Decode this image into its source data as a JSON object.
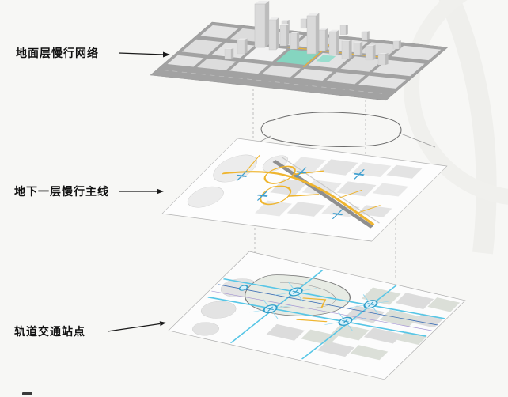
{
  "page": {
    "background_color": "#f7f7f5"
  },
  "callouts": {
    "layer1": "地面层慢行网络",
    "layer2": "地下一层慢行主线",
    "layer3": "轨道交通站点"
  },
  "colors": {
    "slow_path_yellow": "#efb52f",
    "transit_cyan": "#57c6e6",
    "station_blue": "#2f9ec9",
    "deep_transit_blue": "#3d6fb5",
    "metro_purple": "#a393d1",
    "park_teal": "#85d5c0",
    "road_gray": "#a2a2a2",
    "building_gray": "#dadada",
    "map_outline_gray": "#b3b3b3",
    "label_text": "#111111"
  }
}
